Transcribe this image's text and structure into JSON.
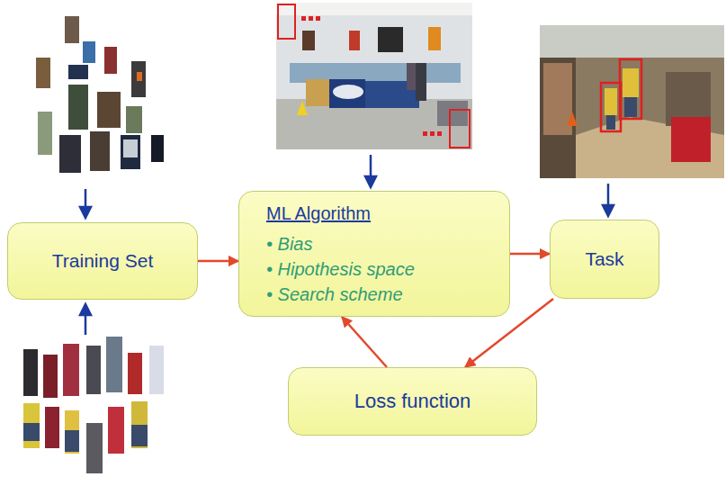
{
  "diagram": {
    "nodes": [
      {
        "text": [
          "Training Set"
        ]
      },
      {
        "text": [
          "ML Algorithm",
          "• Bias",
          "• Hipothesis space",
          "• Search scheme"
        ]
      },
      {
        "text": [
          "Task"
        ]
      },
      {
        "text": [
          "Loss function"
        ]
      }
    ],
    "edges": [
      {
        "from": 0,
        "to": 1,
        "arrow": "to"
      },
      {
        "from": 1,
        "to": 2,
        "arrow": "to"
      },
      {
        "from": 2,
        "to": 3,
        "arrow": "to"
      },
      {
        "from": 3,
        "to": 1,
        "arrow": "to"
      }
    ]
  }
}
